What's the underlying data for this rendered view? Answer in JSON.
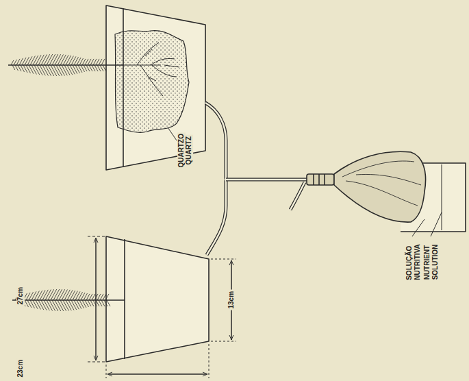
{
  "diagram": {
    "labels": [
      "QUARTZO",
      "QUARTZ",
      "SOLUÇÃO NUTRITIVA",
      "NUTRIENT SOLUTION",
      "27cm",
      "23cm",
      "13cm"
    ]
  }
}
